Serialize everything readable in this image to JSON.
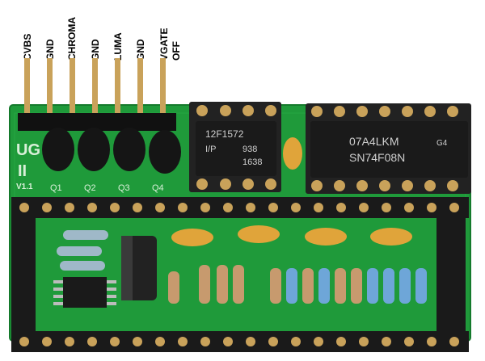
{
  "pin_labels": [
    "CVBS",
    "GND",
    "CHROMA",
    "GND",
    "LUMA",
    "GND",
    "VGATE",
    "OFF"
  ],
  "board": {
    "title_partial": "UG",
    "version_roman": "II",
    "version": "V1.1",
    "transistor_labels": [
      "Q1",
      "Q2",
      "Q3",
      "Q4"
    ]
  },
  "chips": {
    "pic": {
      "line1": "12F1572",
      "line2": "I/P",
      "line3": "938",
      "line4": "1638"
    },
    "logic": {
      "line1": "07A4LKM",
      "suffix": "G4",
      "line2": "SN74F08N"
    }
  },
  "colors": {
    "pcb": "#1f9a3a",
    "pcb_dark": "#157a2c",
    "chip": "#1a1a1a",
    "pin_gold": "#c9a25a",
    "capacitor": "#e0a43a"
  }
}
